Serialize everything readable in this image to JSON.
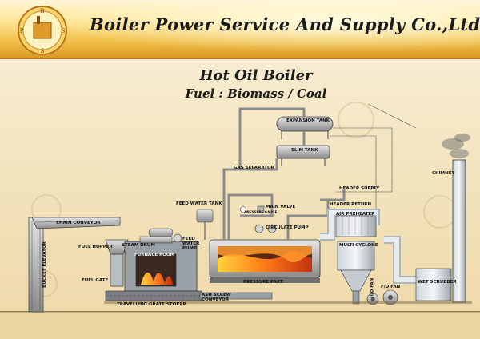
{
  "header": {
    "company_name": "Boiler Power Service And Supply Co.,Ltd.",
    "logo_letters": [
      "B",
      "P",
      "S",
      "S"
    ]
  },
  "title": {
    "main": "Hot Oil Boiler",
    "fuel": "Fuel : Biomass / Coal"
  },
  "labels": {
    "expansion_tank": "EXPANSION TANK",
    "slim_tank": "SLIM TANK",
    "gas_separator": "GAS SEPARATOR",
    "header_supply": "HEADER SUPPLY",
    "header_return": "HEADER RETURN",
    "feed_water_tank": "FEED WATER TANK",
    "main_valve": "MAIN VALVE",
    "circulate_pump": "CIRCULATE PUMP",
    "air_preheater": "AIR PREHEATER",
    "chain_conveyor": "CHAIN CONVEYOR",
    "fuel_hopper": "FUEL HOPPER",
    "steam_drum": "STEAM DRUM",
    "feed_water_pump": "FEED WATER PUMP",
    "furnace_room": "FURNACE ROOM",
    "fuel_gate": "FUEL GATE",
    "bucket_elevator": "BUCKET ELEVATOR",
    "pressure_part": "PRESSURE PART",
    "ash_screw_conveyor": "ASH SCREW CONVEYOR",
    "travelling_grate_stoker": "TRAVELLING GRATE STOKER",
    "multi_cyclone": "MULTI CYCLONE",
    "id_fan": "I/D FAN",
    "fd_fan": "F/D FAN",
    "wet_scrubber": "WET SCRUBBER",
    "chimney": "CHIMNEY",
    "pressure_gauge": "PRESSURE GAUGE"
  },
  "colors": {
    "banner_gold": "#f2c24c",
    "background": "#f3e6c4",
    "pipe": "#8c8c8c",
    "flame": "#ff7a1a"
  }
}
